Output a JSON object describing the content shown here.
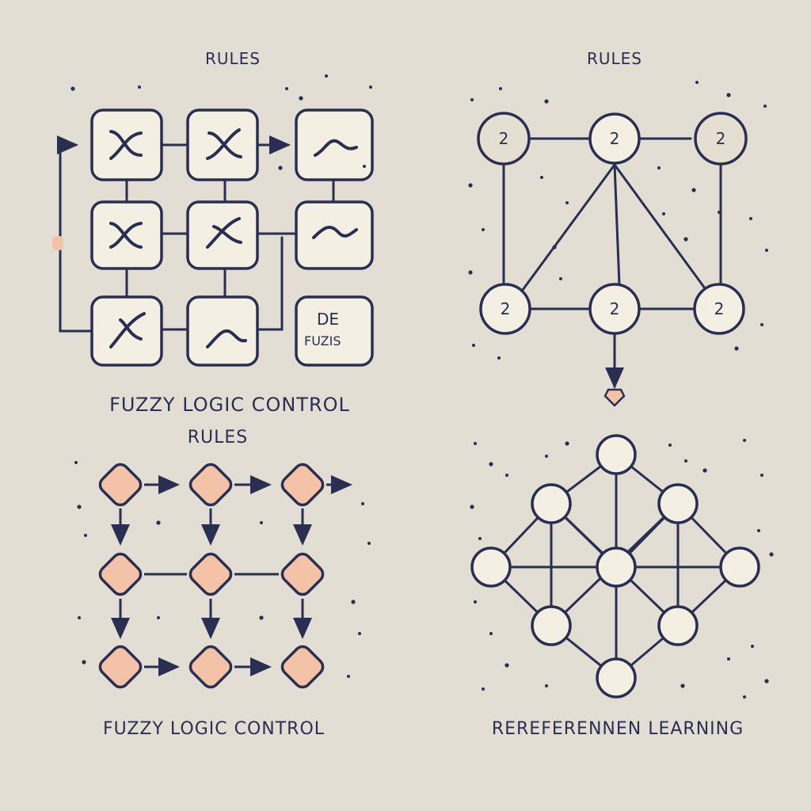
{
  "panels": {
    "top_left": {
      "title": "RULES",
      "caption_line1": "FUZZY LOGIC CONTROL",
      "caption_line2": "RULES",
      "grid_glyphs": [
        [
          "x-curve",
          "x-curve",
          "tilde"
        ],
        [
          "x-cross",
          "x-curve",
          "tilde"
        ],
        [
          "x-curve",
          "hump",
          "text"
        ]
      ],
      "defuzz_label_line1": "DE",
      "defuzz_label_line2": "FUZIS"
    },
    "top_right": {
      "title": "RULES",
      "node_labels": [
        "2",
        "2",
        "2",
        "2",
        "2",
        "2"
      ]
    },
    "bottom_left": {
      "caption": "FUZZY LOGIC CONTROL"
    },
    "bottom_right": {
      "caption": "REREFERENNEN LEARNING"
    }
  },
  "colors": {
    "background": "#e3ded4",
    "ink": "#2a2f52",
    "card_fill": "#f3efe2",
    "diamond_fill": "#f4c3a7",
    "node_fill": "#f3efe2",
    "marker_fill": "#f4c3a7"
  }
}
